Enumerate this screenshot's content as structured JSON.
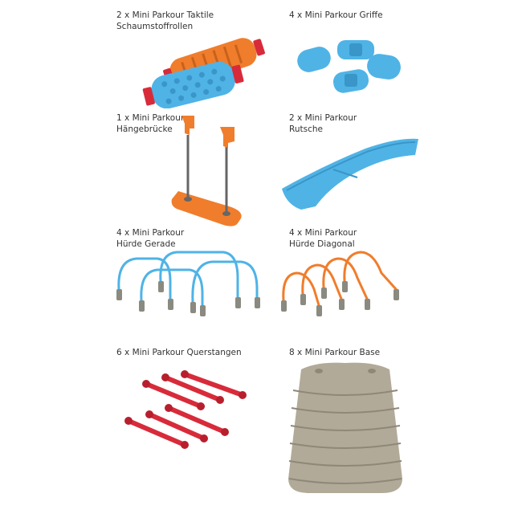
{
  "items": [
    {
      "line1": "2 x Mini Parkour Taktile",
      "line2": "Schaumstoffrollen"
    },
    {
      "line1": "4 x Mini Parkour Griffe",
      "line2": ""
    },
    {
      "line1": "1 x Mini Parkour",
      "line2": "Hängebrücke"
    },
    {
      "line1": "2 x Mini Parkour",
      "line2": "Rutsche"
    },
    {
      "line1": "4 x Mini Parkour",
      "line2": "Hürde Gerade"
    },
    {
      "line1": "4 x Mini Parkour",
      "line2": "Hürde Diagonal"
    },
    {
      "line1": "6 x Mini Parkour Querstangen",
      "line2": ""
    },
    {
      "line1": "8 x Mini Parkour Base",
      "line2": ""
    }
  ],
  "colors": {
    "blue": "#4fb3e6",
    "orange": "#f07d2c",
    "red": "#d82b3a",
    "grey": "#b2aa99",
    "text": "#333333"
  }
}
